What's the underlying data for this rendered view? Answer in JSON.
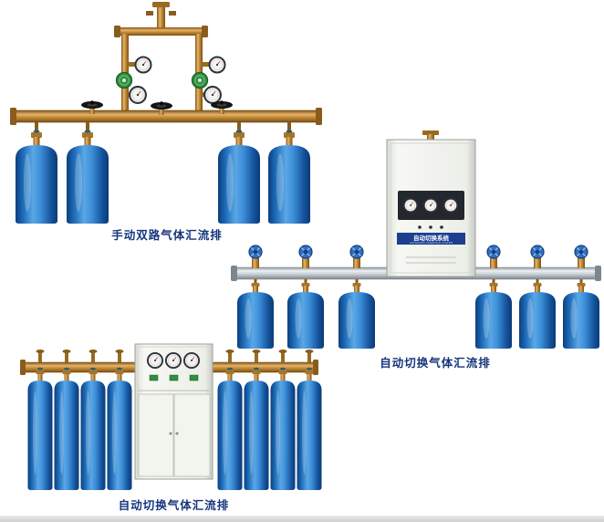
{
  "page": {
    "background_color": "#ffffff",
    "caption_color": "#16357c"
  },
  "products": [
    {
      "caption": "手动双路气体汇流排",
      "type": "manual-dual-line-gas-manifold",
      "cylinder_count": 4,
      "gauge_count": 4,
      "regulator_count": 2,
      "valve_handwheel_count": 3,
      "colors": {
        "cylinder_blue": "#2f7fd1",
        "pipe_brass": "#c88f3e",
        "regulator_green": "#2f8f3f",
        "handwheel_black": "#141414"
      }
    },
    {
      "caption": "自动切换气体汇流排",
      "type": "automatic-switching-gas-manifold",
      "cabinet_label": "自动切换系统",
      "cabinet_sublabel": "AUTOMATIC MANIFOLD SYSTEM",
      "cylinder_count": 6,
      "gauge_count": 3,
      "valve_handwheel_count": 6,
      "colors": {
        "cylinder_blue": "#2f7fd1",
        "pipe_silver": "#c3cad1",
        "handwheel_blue": "#2f6fc4",
        "cabinet_band_blue": "#1d3f8f"
      }
    },
    {
      "caption": "自动切换气体汇流排",
      "type": "automatic-switching-gas-manifold",
      "cylinder_count": 8,
      "gauge_count": 3,
      "colors": {
        "cylinder_blue": "#2f7fd1",
        "pipe_brass": "#c88f3e"
      }
    }
  ]
}
